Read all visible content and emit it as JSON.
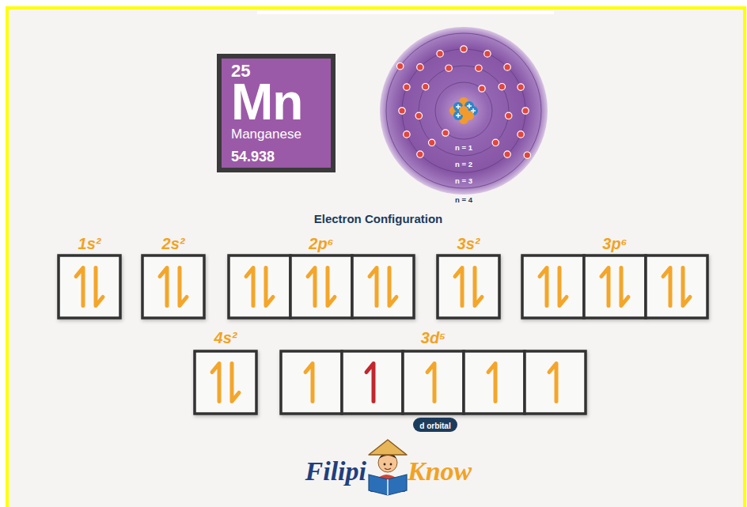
{
  "diagram": {
    "title": "Electron Configuration",
    "nodes": [
      {
        "text": [
          "25",
          "Mn",
          "Manganese",
          "54.938"
        ]
      },
      {
        "text": [
          "1s²"
        ]
      },
      {
        "text": [
          "2s²"
        ]
      },
      {
        "text": [
          "2p⁶"
        ]
      },
      {
        "text": [
          "3s²"
        ]
      },
      {
        "text": [
          "3p⁶"
        ]
      },
      {
        "text": [
          "4s²"
        ]
      },
      {
        "text": [
          "3d⁵"
        ]
      },
      {
        "text": [
          "d orbital"
        ]
      }
    ],
    "labels": [
      "n = 1",
      "n = 2",
      "n = 3",
      "n = 4",
      "Filipi",
      "Know"
    ]
  }
}
